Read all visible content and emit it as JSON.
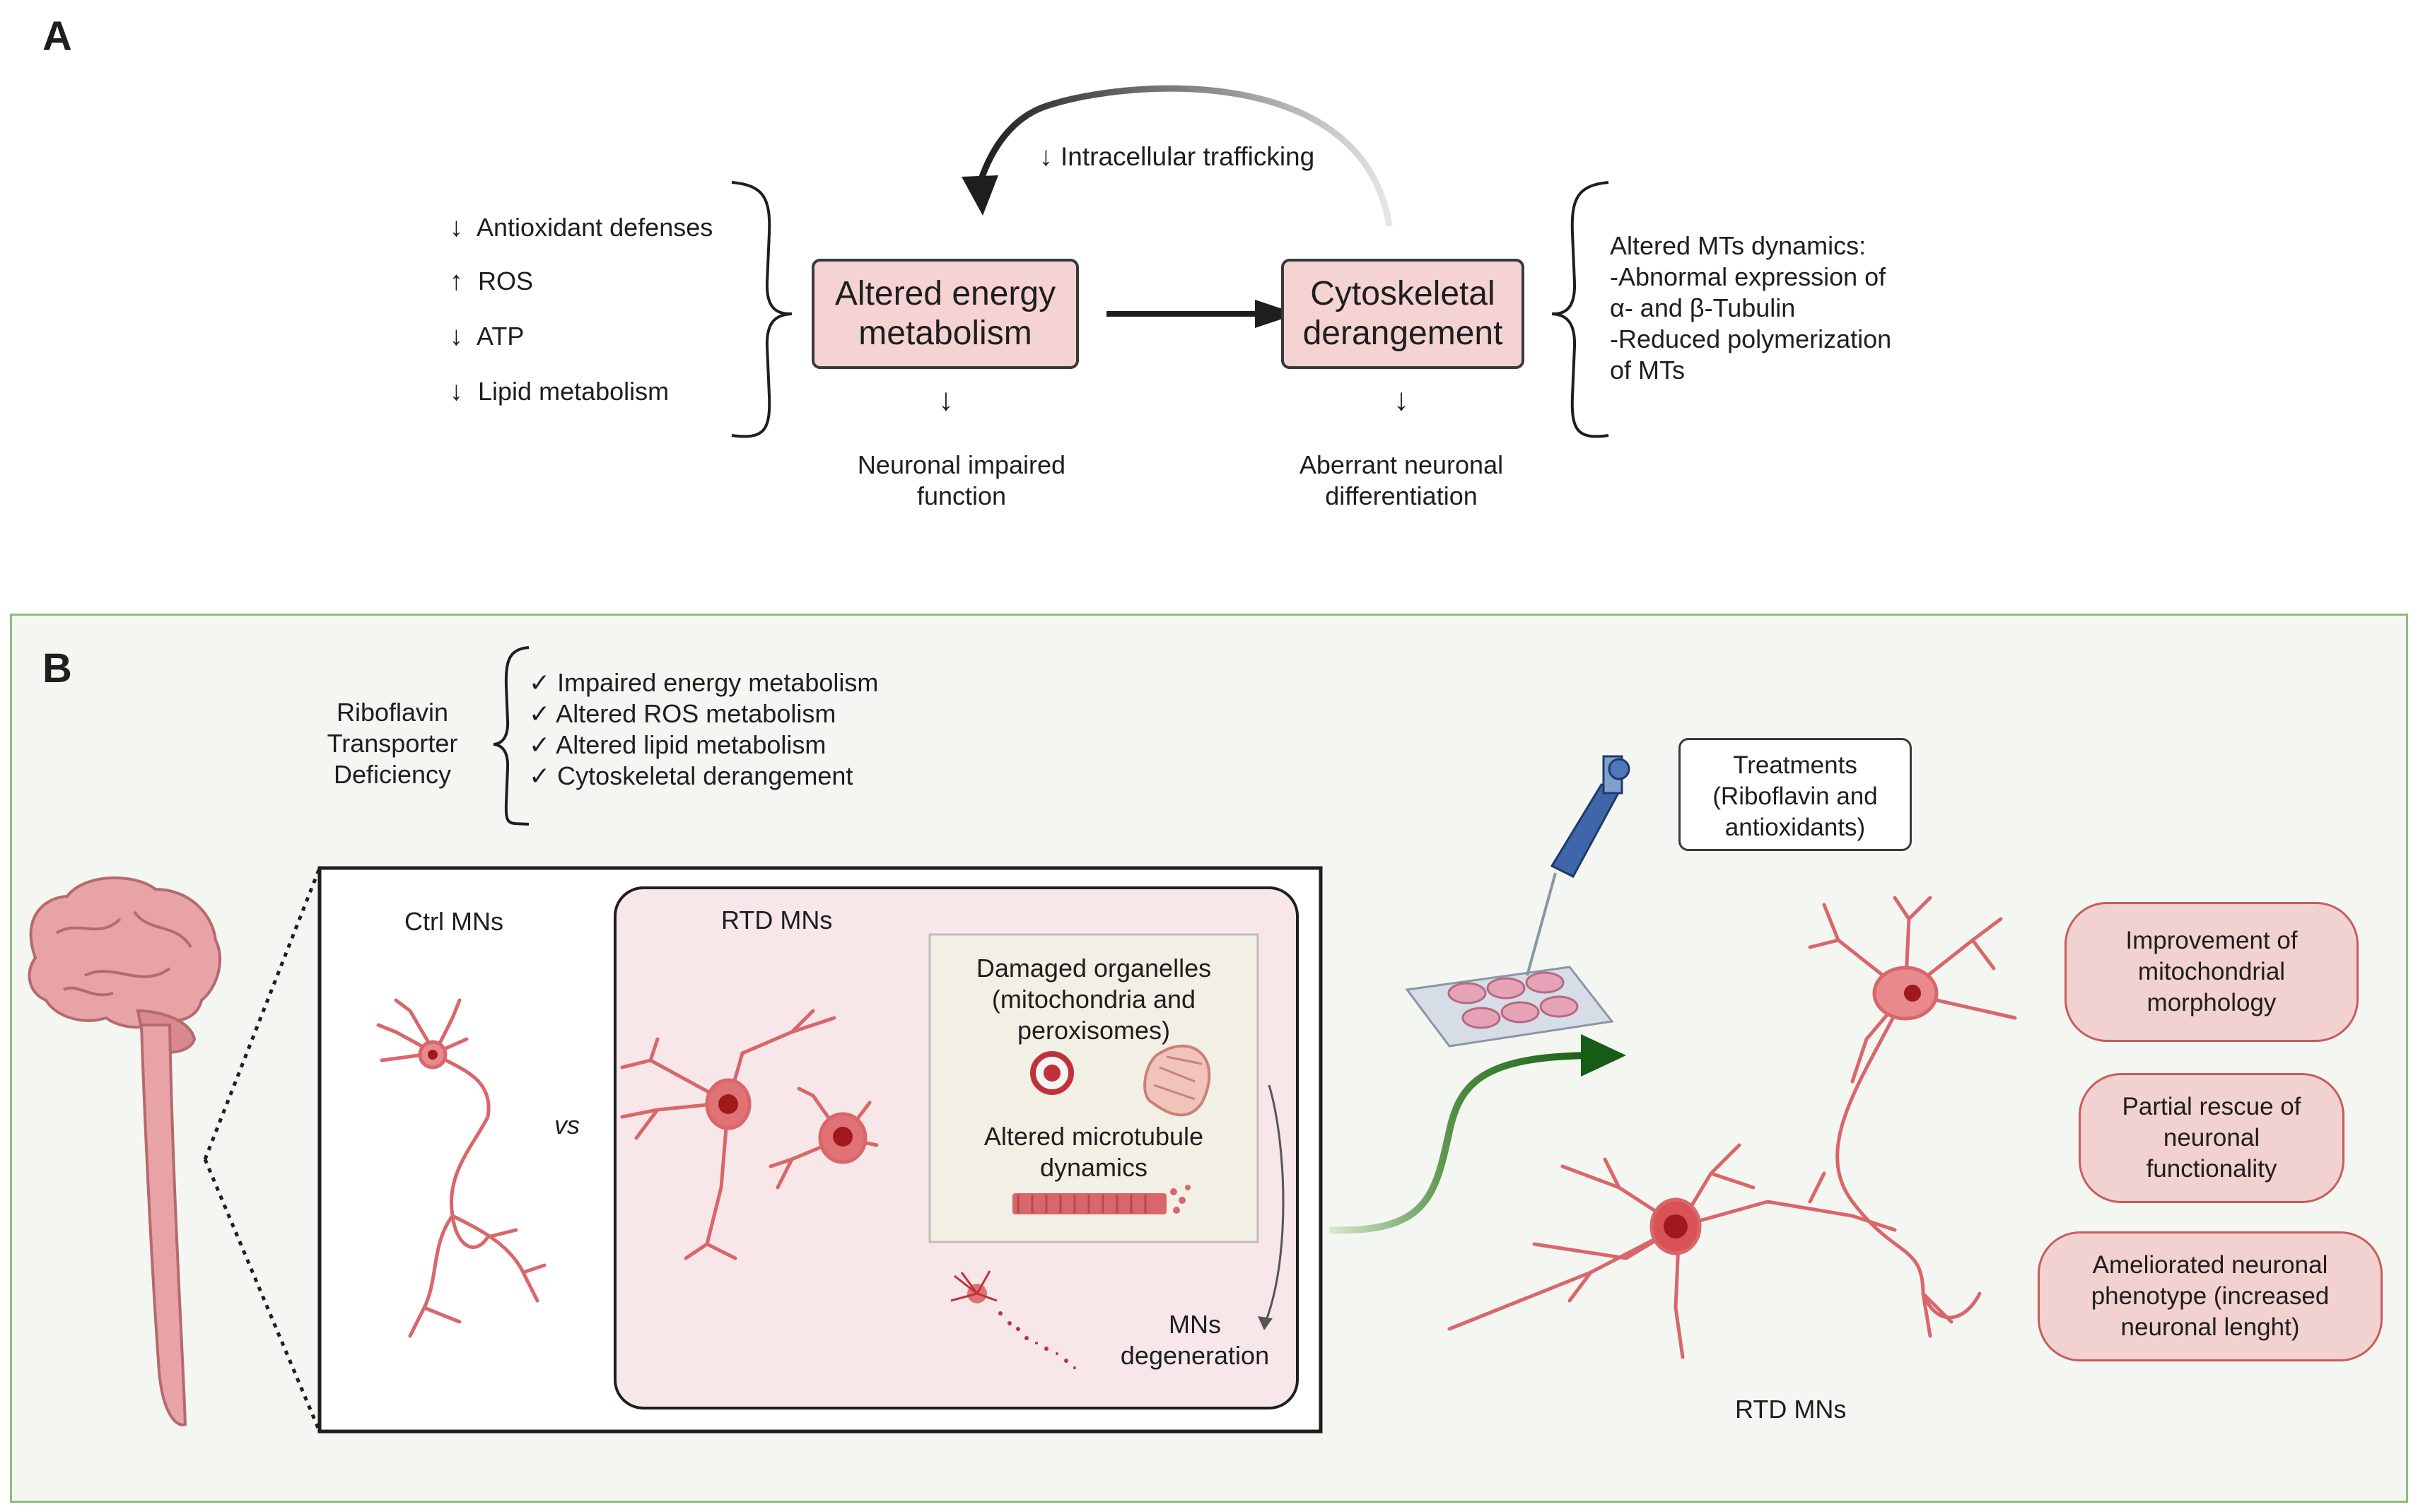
{
  "panel_a": {
    "letter": "A",
    "feedback_label": "Intracellular trafficking",
    "box_energy": [
      "Altered energy",
      "metabolism"
    ],
    "box_cyto": [
      "Cytoskeletal",
      "derangement"
    ],
    "left_list": [
      {
        "arrow": "↓",
        "text": "Antioxidant defenses"
      },
      {
        "arrow": "↑",
        "text": "ROS"
      },
      {
        "arrow": "↓",
        "text": "ATP"
      },
      {
        "arrow": "↓",
        "text": "Lipid metabolism"
      }
    ],
    "right_list": [
      "Altered MTs dynamics:",
      "-Abnormal expression of",
      "α- and β-Tubulin",
      "-Reduced polymerization",
      "of MTs"
    ],
    "outcome_energy": [
      "Neuronal impaired",
      "function"
    ],
    "outcome_cyto": [
      "Aberrant neuronal",
      "differentiation"
    ],
    "down_arrow": "↓"
  },
  "panel_b": {
    "letter": "B",
    "deficiency_label": [
      "Riboflavin",
      "Transporter",
      "Deficiency"
    ],
    "deficiency_items": [
      "✓ Impaired energy metabolism",
      "✓ Altered ROS metabolism",
      "✓ Altered lipid metabolism",
      "✓ Cytoskeletal derangement"
    ],
    "ctrl_label": "Ctrl MNs",
    "vs_label": "vs",
    "rtd_label": "RTD MNs",
    "damaged_organelles": [
      "Damaged organelles",
      "(mitochondria and",
      "peroxisomes)"
    ],
    "altered_mt": [
      "Altered microtubule",
      "dynamics"
    ],
    "degeneration": [
      "MNs",
      "degeneration"
    ],
    "treatments": [
      "Treatments",
      "(Riboflavin and",
      "antioxidants)"
    ],
    "rtd_treated_label": "RTD MNs",
    "outcomes": [
      [
        "Improvement of",
        "mitochondrial",
        "morphology"
      ],
      [
        "Partial rescue of",
        "neuronal",
        "functionality"
      ],
      [
        "Ameliorated neuronal",
        "phenotype (increased",
        "neuronal lenght)"
      ]
    ]
  },
  "colors": {
    "pink_box": "#f6d3d3",
    "neuron": "#d9666a",
    "neuron_nucleus": "#9e1a1e",
    "panel_b_bg": "#f4f6f2",
    "panel_b_border": "#8cbf7c",
    "green_arrow": "#1e6a1e"
  }
}
